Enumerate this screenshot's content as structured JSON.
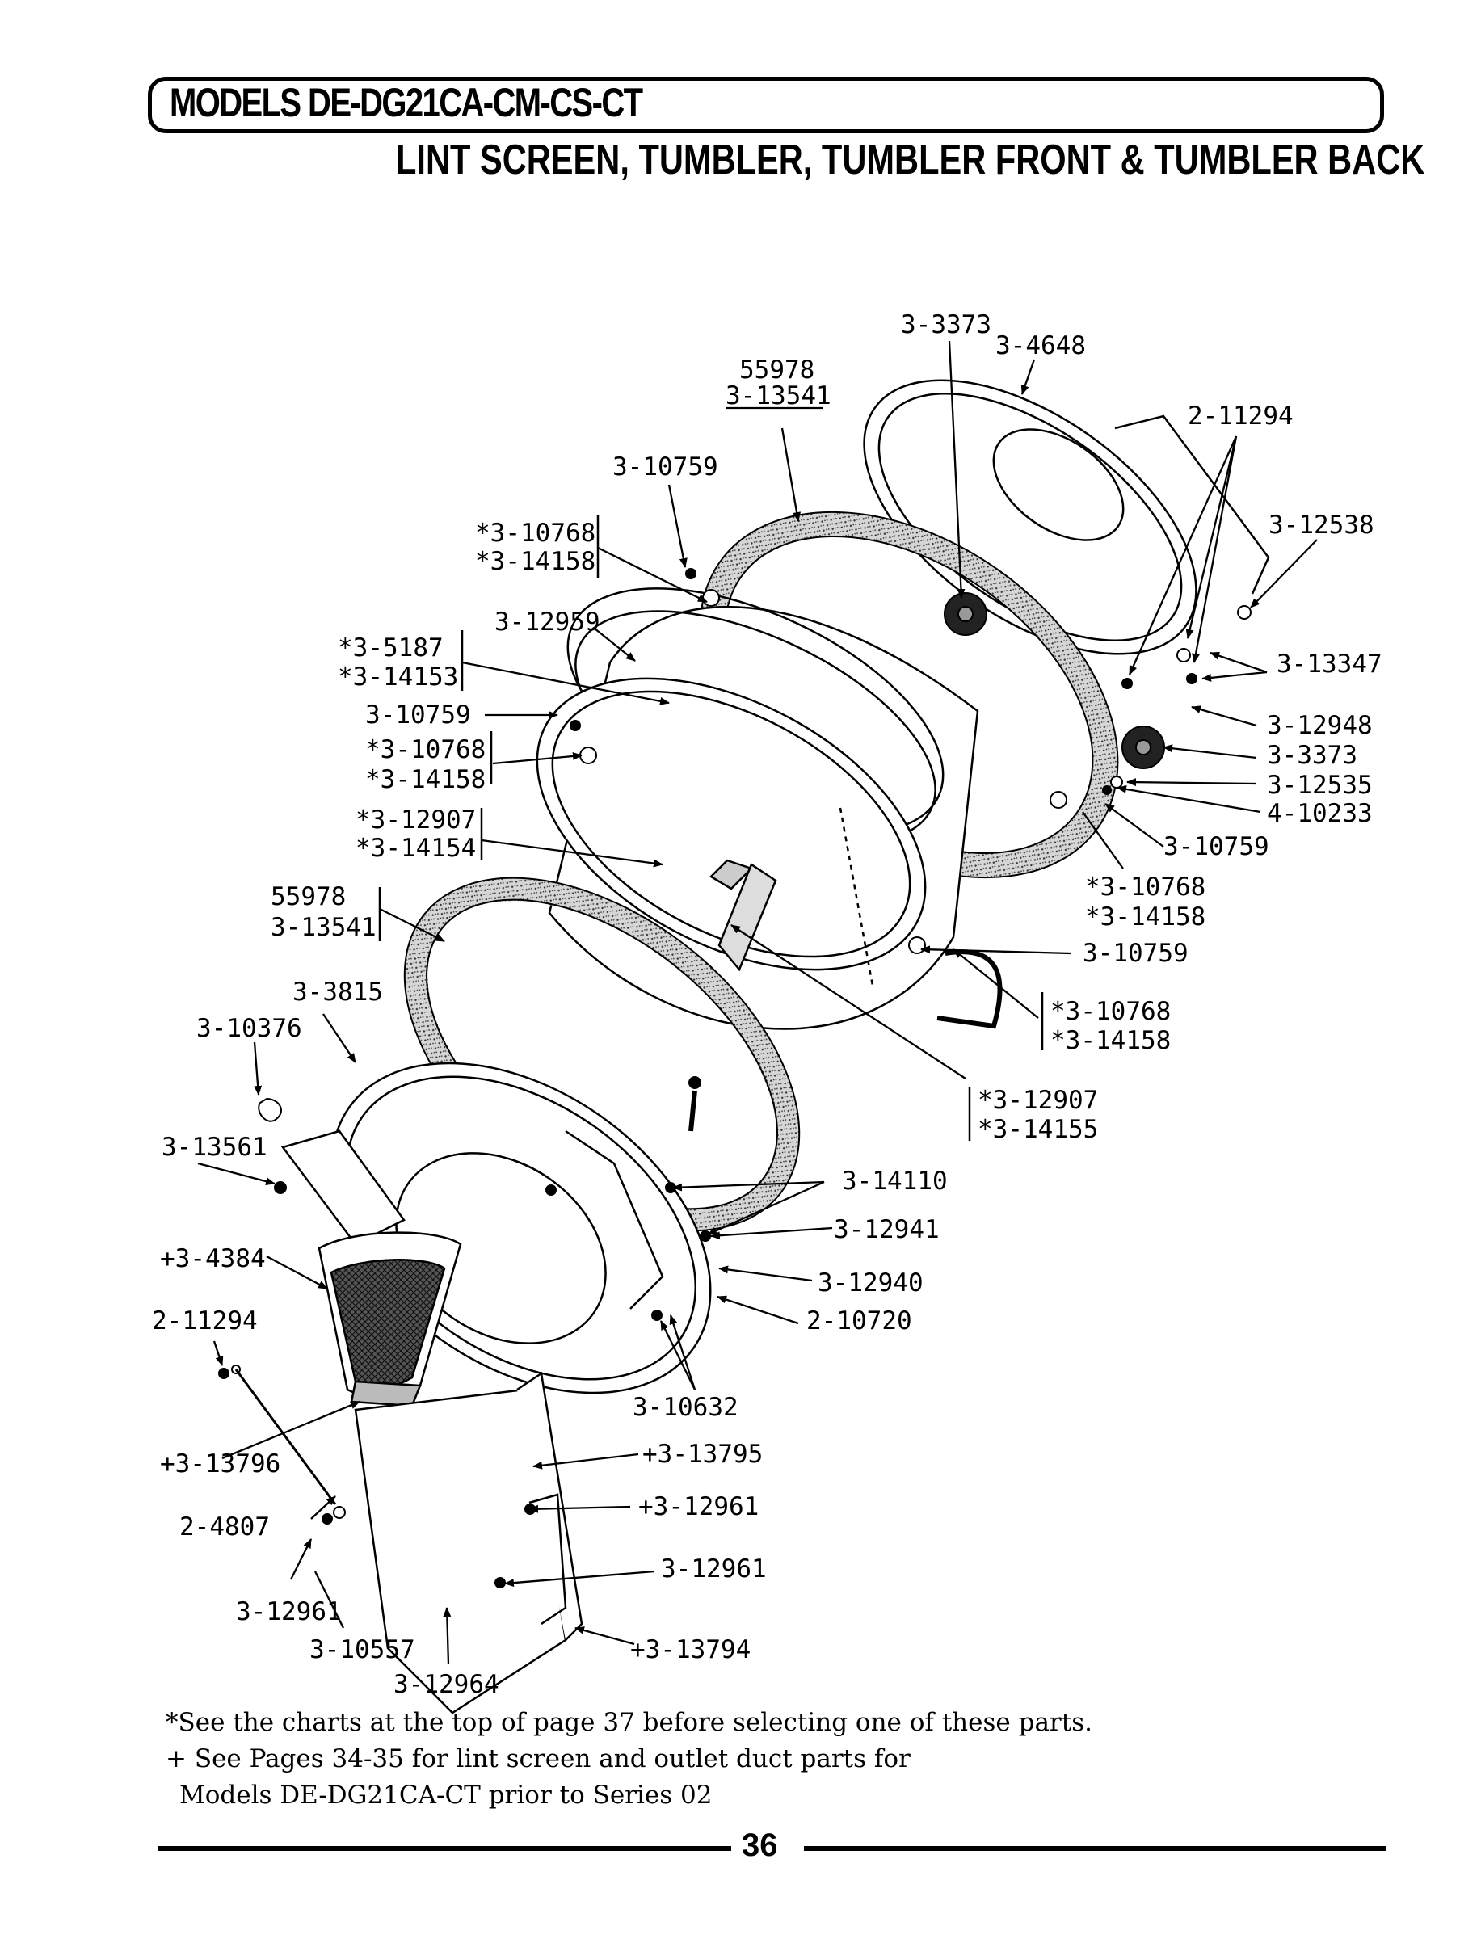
{
  "header": {
    "model_title": "MODELS DE-DG21CA-CM-CS-CT",
    "subtitle": "LINT SCREEN, TUMBLER, TUMBLER FRONT & TUMBLER BACK"
  },
  "diagram": {
    "labels": [
      "3-3373",
      "3-4648",
      "55978",
      "3-13541",
      "2-11294",
      "3-10759",
      "*3-10768",
      "*3-14158",
      "3-12538",
      "3-12959",
      "*3-5187",
      "*3-14153",
      "3-13347",
      "3-10759",
      "*3-10768",
      "*3-14158",
      "3-12948",
      "3-3373",
      "*3-12907",
      "*3-14154",
      "3-12535",
      "4-10233",
      "3-10759",
      "55978",
      "3-13541",
      "*3-10768",
      "*3-14158",
      "3-10759",
      "3-3815",
      "3-10376",
      "*3-10768",
      "*3-14158",
      "*3-12907",
      "*3-14155",
      "3-13561",
      "3-14110",
      "3-12941",
      "+3-4384",
      "3-12940",
      "2-11294",
      "2-10720",
      "3-10632",
      "+3-13796",
      "+3-13795",
      "+3-12961",
      "2-4807",
      "3-12961",
      "3-12961",
      "3-10557",
      "+3-13794",
      "3-12964"
    ]
  },
  "notes": [
    "*See the charts at the top of page 37 before selecting one of these parts.",
    "+ See Pages 34-35 for lint screen and outlet duct parts for",
    "Models DE-DG21CA-CT prior to Series 02"
  ],
  "page_number": "36"
}
